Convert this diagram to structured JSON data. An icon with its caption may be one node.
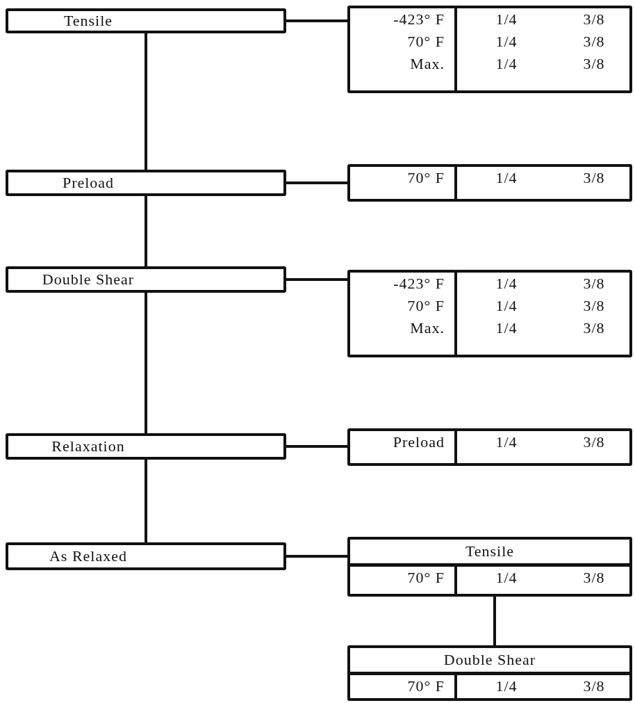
{
  "diagram": {
    "nodes": [
      {
        "text": [
          "Tensile"
        ]
      },
      {
        "text": [
          "-423° F",
          "1/4",
          "3/8",
          "70° F",
          "1/4",
          "3/8",
          "Max.",
          "1/4",
          "3/8"
        ]
      },
      {
        "text": [
          "Preload"
        ]
      },
      {
        "text": [
          "70° F",
          "1/4",
          "3/8"
        ]
      },
      {
        "text": [
          "Double Shear"
        ]
      },
      {
        "text": [
          "-423° F",
          "1/4",
          "3/8",
          "70° F",
          "1/4",
          "3/8",
          "Max.",
          "1/4",
          "3/8"
        ]
      },
      {
        "text": [
          "Relaxation"
        ]
      },
      {
        "text": [
          "Preload",
          "1/4",
          "3/8"
        ]
      },
      {
        "text": [
          "As Relaxed"
        ]
      },
      {
        "text": [
          "Tensile",
          "70° F",
          "1/4",
          "3/8"
        ]
      },
      {
        "text": [
          "Double Shear",
          "70° F",
          "1/4",
          "3/8"
        ]
      }
    ],
    "edges": [
      {
        "from": 0,
        "to": 2,
        "arrow": "none"
      },
      {
        "from": 2,
        "to": 4,
        "arrow": "none"
      },
      {
        "from": 4,
        "to": 6,
        "arrow": "none"
      },
      {
        "from": 6,
        "to": 8,
        "arrow": "none"
      },
      {
        "from": 0,
        "to": 1,
        "arrow": "none"
      },
      {
        "from": 2,
        "to": 3,
        "arrow": "none"
      },
      {
        "from": 4,
        "to": 5,
        "arrow": "none"
      },
      {
        "from": 6,
        "to": 7,
        "arrow": "none"
      },
      {
        "from": 8,
        "to": 9,
        "arrow": "none"
      },
      {
        "from": 9,
        "to": 10,
        "arrow": "none"
      }
    ]
  }
}
